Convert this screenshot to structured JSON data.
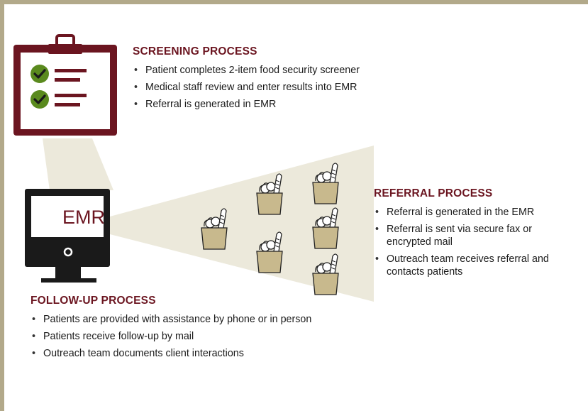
{
  "screening": {
    "title": "SCREENING  PROCESS",
    "items": [
      "Patient completes 2-item food security screener",
      "Medical staff review and enter results into EMR",
      "Referral is generated in EMR"
    ]
  },
  "referral": {
    "title": "REFERRAL  PROCESS",
    "items": [
      "Referral is generated in the EMR",
      "Referral is sent via secure fax or encrypted mail",
      "Outreach team receives referral and contacts patients"
    ]
  },
  "followup": {
    "title": "FOLLOW-UP PROCESS",
    "items": [
      "Patients are provided with assistance by phone or in person",
      "Patients receive follow-up by mail",
      "Outreach team documents client interactions"
    ]
  },
  "monitor": {
    "label": "EMR"
  },
  "colors": {
    "frame": "#b2a98a",
    "maroon": "#6b1520",
    "beam": "#ece9db",
    "check_green": "#5a8a1e",
    "bag": "#c8b98d"
  },
  "icons": [
    "clipboard-icon",
    "check-icon",
    "monitor-icon",
    "grocery-bag-icon"
  ]
}
